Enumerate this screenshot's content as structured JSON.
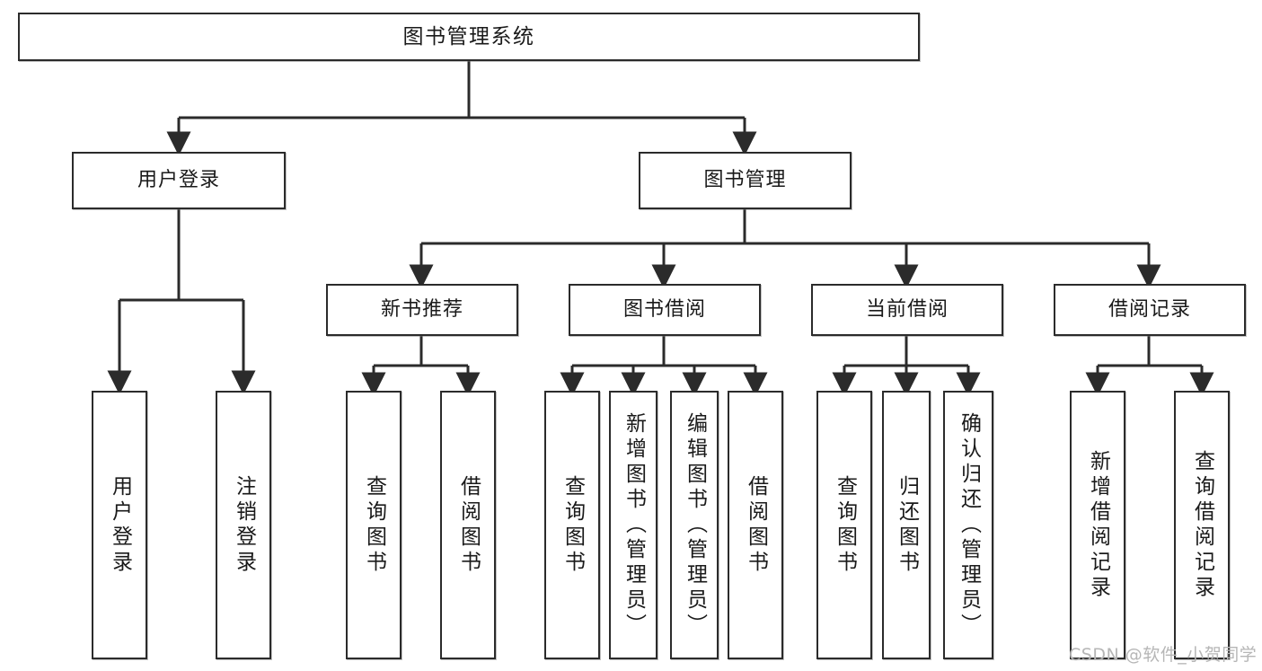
{
  "diagram": {
    "title": "图书管理系统",
    "watermark": "CSDN @软件_小贺同学",
    "colors": {
      "stroke": "#2b2b2b",
      "fill": "#ffffff",
      "text": "#1a1a1a",
      "watermark": "#b6b6b6"
    },
    "nodes": {
      "root": {
        "label": "图书管理系统"
      },
      "level2": [
        {
          "label": "用户登录"
        },
        {
          "label": "图书管理"
        }
      ],
      "level3": [
        {
          "label": "新书推荐"
        },
        {
          "label": "图书借阅"
        },
        {
          "label": "当前借阅"
        },
        {
          "label": "借阅记录"
        }
      ],
      "leaves_user_login": [
        {
          "label": "用户登录"
        },
        {
          "label": "注销登录"
        }
      ],
      "leaves_new_book": [
        {
          "label": "查询图书"
        },
        {
          "label": "借阅图书"
        }
      ],
      "leaves_borrow": [
        {
          "label": "查询图书"
        },
        {
          "label": "新增图书（管理员）"
        },
        {
          "label": "编辑图书（管理员）"
        },
        {
          "label": "借阅图书"
        }
      ],
      "leaves_current": [
        {
          "label": "查询图书"
        },
        {
          "label": "归还图书"
        },
        {
          "label": "确认归还（管理员）"
        }
      ],
      "leaves_records": [
        {
          "label": "新增借阅记录"
        },
        {
          "label": "查询借阅记录"
        }
      ]
    }
  }
}
